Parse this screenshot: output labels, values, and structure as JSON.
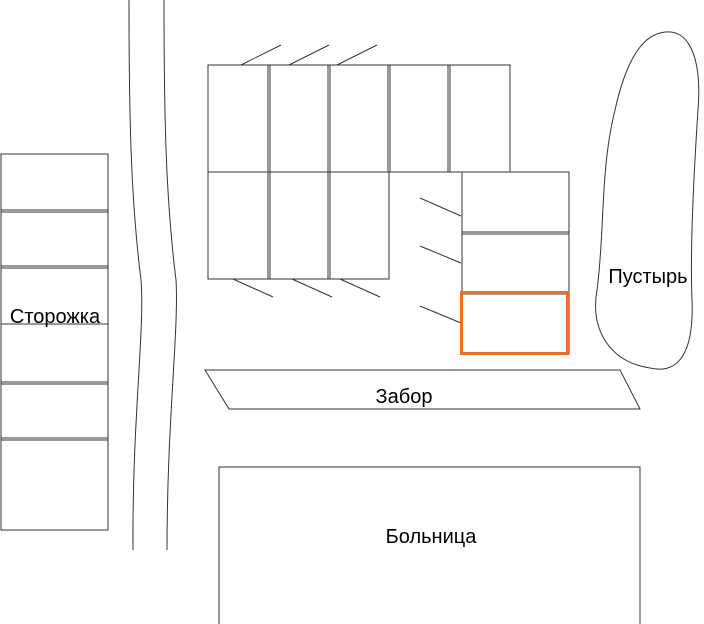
{
  "labels": {
    "guardhouse": "Сторожка",
    "fence": "Забор",
    "hospital": "Больница",
    "wasteland": "Пустырь"
  },
  "colors": {
    "line": "#333333",
    "highlight": "#f07020"
  }
}
